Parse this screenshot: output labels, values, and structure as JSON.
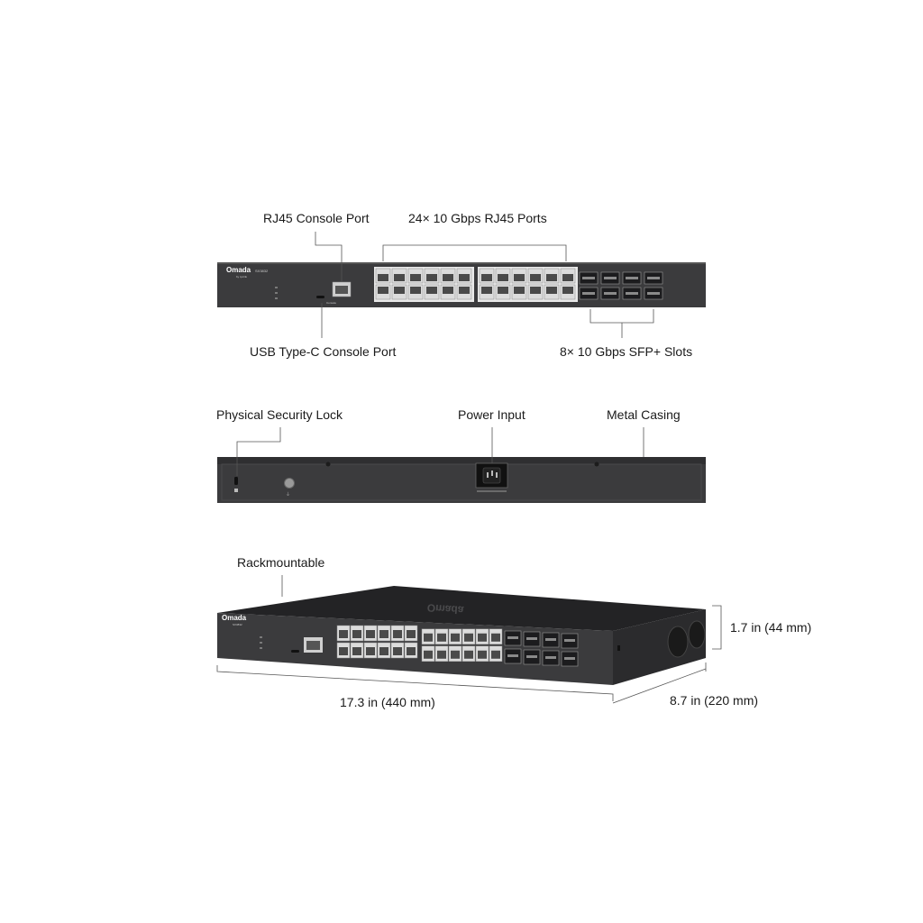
{
  "front_panel": {
    "brand": "Omada",
    "brand_sub": "by tp-link",
    "model": "SX3832",
    "console_caption": "Console",
    "callouts": {
      "rj45_console": "RJ45 Console Port",
      "rj45_ports": "24× 10 Gbps RJ45 Ports",
      "usb_console": "USB Type-C Console Port",
      "sfp_slots": "8× 10 Gbps SFP+ Slots"
    },
    "rj45_port_count": 24,
    "sfp_slot_count": 8
  },
  "rear_panel": {
    "callouts": {
      "security_lock": "Physical Security Lock",
      "power_input": "Power Input",
      "metal_casing": "Metal Casing"
    }
  },
  "angled_view": {
    "callouts": {
      "rackmountable": "Rackmountable"
    },
    "dimensions": {
      "height": "1.7 in (44 mm)",
      "width": "17.3 in (440 mm)",
      "depth": "8.7 in (220 mm)"
    }
  },
  "colors": {
    "chassis": "#3b3b3d",
    "chassis_dark": "#232325",
    "port_fill": "#dcdcdc",
    "leader_line": "#555555"
  }
}
